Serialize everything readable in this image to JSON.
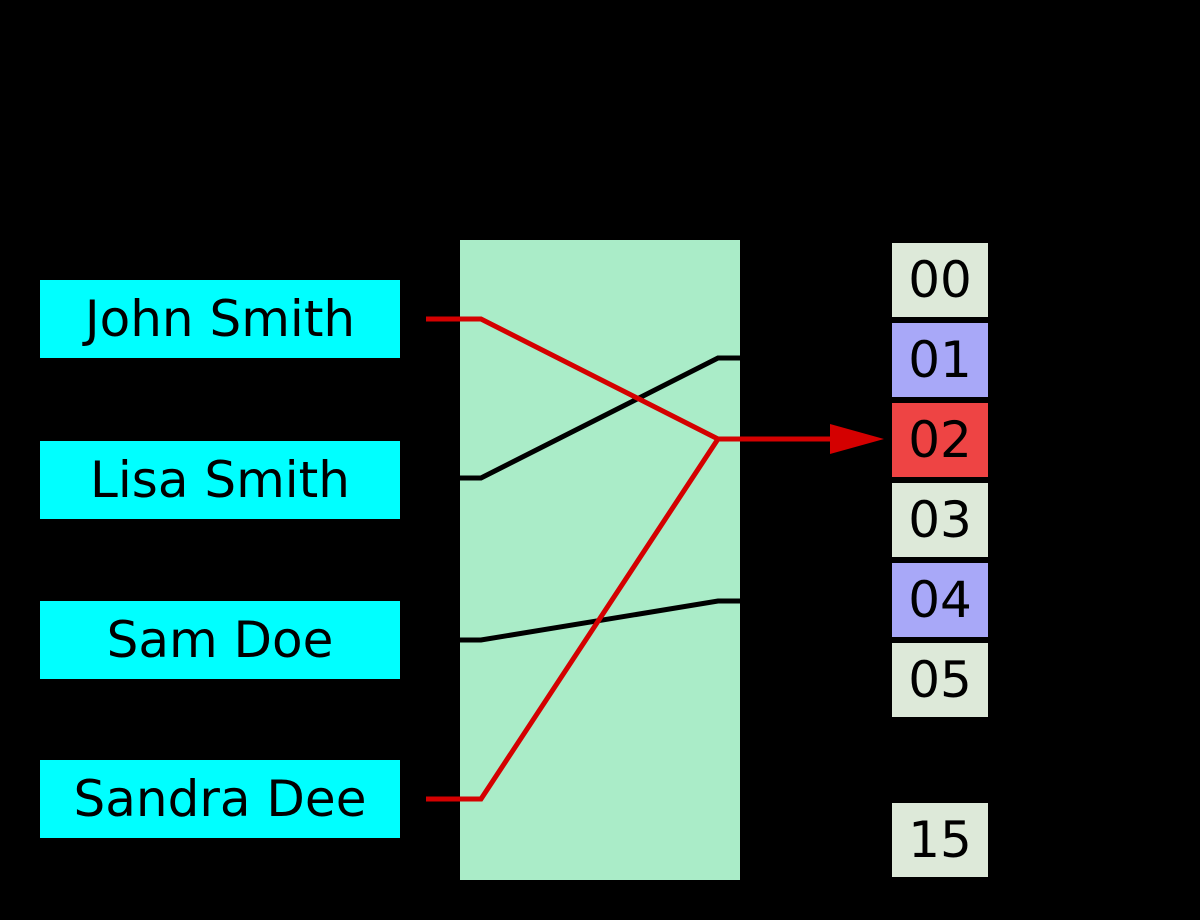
{
  "diagram": {
    "description": "Hash function mapping names to buckets with a collision on bucket 02"
  },
  "colors": {
    "background": "#000000",
    "key_box": "#00ffff",
    "hash_box": "#aaecc8",
    "bucket_default": "#dde9d9",
    "bucket_occupied": "#a8a8f8",
    "bucket_collision": "#ee4444",
    "wire_black": "#000000",
    "wire_red": "#d40000",
    "text": "#000000"
  },
  "keys": [
    {
      "label": "John Smith"
    },
    {
      "label": "Lisa Smith"
    },
    {
      "label": "Sam Doe"
    },
    {
      "label": "Sandra Dee"
    }
  ],
  "buckets": [
    {
      "value": "00",
      "state": "default"
    },
    {
      "value": "01",
      "state": "occupied"
    },
    {
      "value": "02",
      "state": "collision"
    },
    {
      "value": "03",
      "state": "default"
    },
    {
      "value": "04",
      "state": "occupied"
    },
    {
      "value": "05",
      "state": "default"
    },
    {
      "value": "15",
      "state": "default"
    }
  ],
  "mappings": [
    {
      "key": "John Smith",
      "bucket": "02",
      "wire": "red"
    },
    {
      "key": "Lisa Smith",
      "bucket": "01",
      "wire": "black"
    },
    {
      "key": "Sam Doe",
      "bucket": "04",
      "wire": "black"
    },
    {
      "key": "Sandra Dee",
      "bucket": "02",
      "wire": "red"
    }
  ]
}
